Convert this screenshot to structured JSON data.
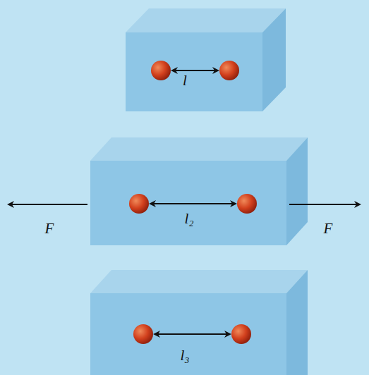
{
  "diagram": {
    "nodes": [
      {
        "text": [
          "l"
        ]
      },
      {
        "text": [
          "l₂"
        ]
      },
      {
        "text": [
          "l₃"
        ]
      }
    ],
    "labels": [
      "F",
      "F"
    ]
  }
}
